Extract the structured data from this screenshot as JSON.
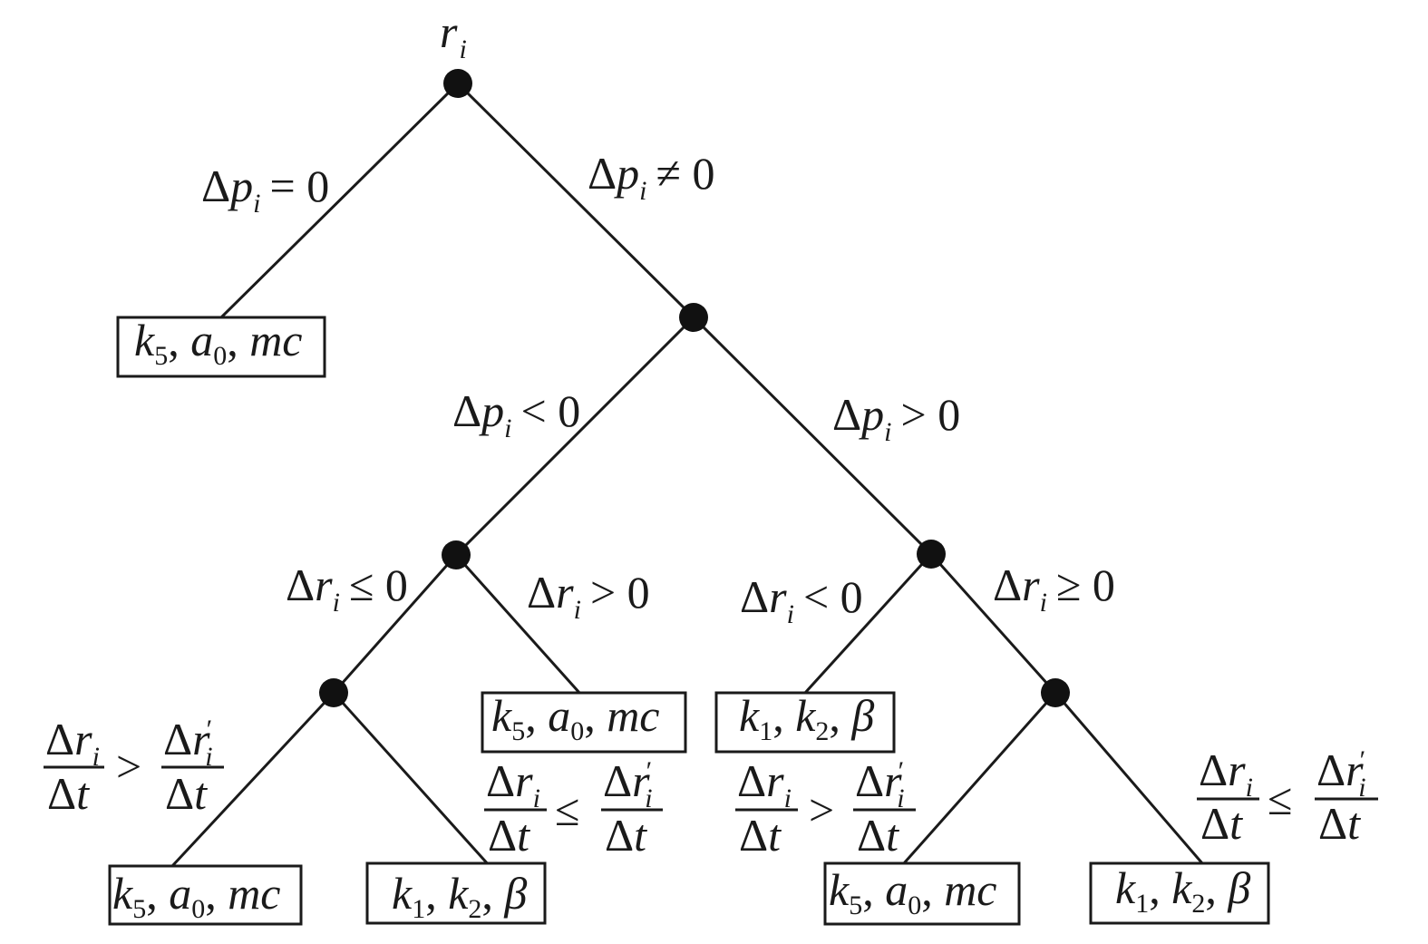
{
  "root_label": {
    "base": "r",
    "sub": "i"
  },
  "edges": {
    "dp_eq0": {
      "delta": "Δ",
      "var": "p",
      "sub": "i",
      "op": "= 0"
    },
    "dp_ne0": {
      "delta": "Δ",
      "var": "p",
      "sub": "i",
      "op": "≠ 0"
    },
    "dp_lt0": {
      "delta": "Δ",
      "var": "p",
      "sub": "i",
      "op": "< 0"
    },
    "dp_gt0": {
      "delta": "Δ",
      "var": "p",
      "sub": "i",
      "op": "> 0"
    },
    "dr_le0": {
      "delta": "Δ",
      "var": "r",
      "sub": "i",
      "op": "≤ 0"
    },
    "dr_gt0": {
      "delta": "Δ",
      "var": "r",
      "sub": "i",
      "op": "> 0"
    },
    "dr_lt0": {
      "delta": "Δ",
      "var": "r",
      "sub": "i",
      "op": "< 0"
    },
    "dr_ge0": {
      "delta": "Δ",
      "var": "r",
      "sub": "i",
      "op": "≥ 0"
    }
  },
  "fractions": {
    "num_left": {
      "delta": "Δ",
      "var": "r",
      "sub": "i"
    },
    "num_right": {
      "delta": "Δ",
      "var": "r",
      "prime": "′",
      "sub": "i"
    },
    "den": {
      "delta": "Δ",
      "var": "t"
    },
    "ops": {
      "gt": ">",
      "le": "≤"
    }
  },
  "leaves": {
    "k5_a0_mc": {
      "k": "k",
      "k_sub": "5",
      "a": "a",
      "a_sub": "0",
      "mc": "mc",
      "sep": ", "
    },
    "k1_k2_beta": {
      "k": "k",
      "k1_sub": "1",
      "k2_sub": "2",
      "beta": "β",
      "sep": ", "
    }
  }
}
